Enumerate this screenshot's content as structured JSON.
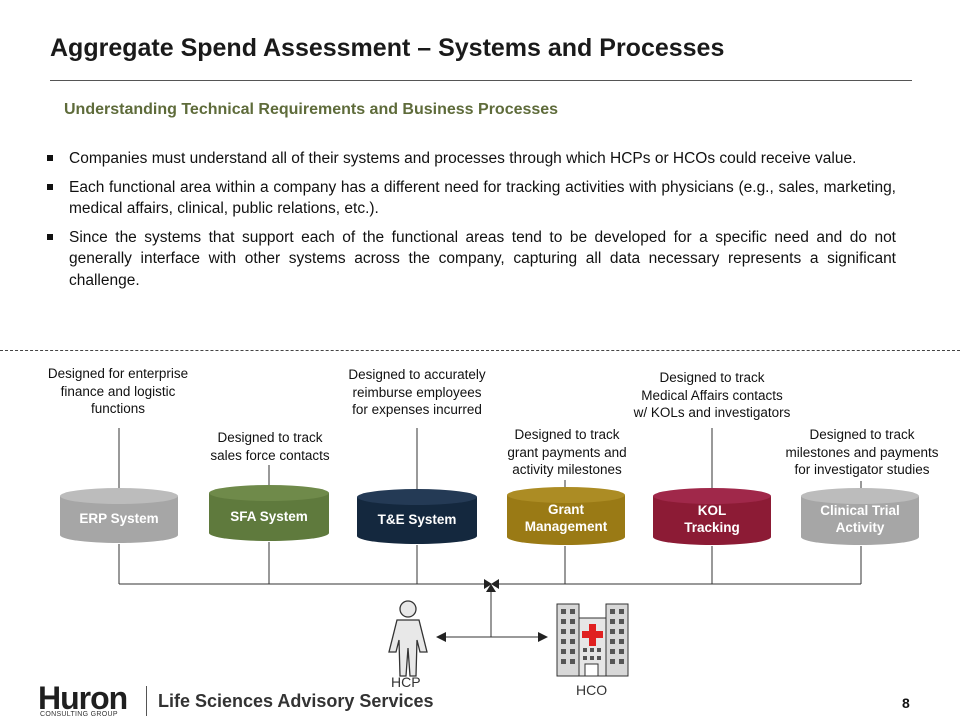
{
  "slide": {
    "title": "Aggregate Spend Assessment – Systems and Processes",
    "subtitle": "Understanding Technical Requirements and Business Processes",
    "bullets": [
      "Companies must understand all of their systems and processes through which HCPs or HCOs could receive value.",
      "Each functional area within a company has a different need for tracking activities with physicians (e.g., sales, marketing, medical affairs, clinical, public relations, etc.).",
      "Since the systems that support each of the functional areas tend to be developed for a specific need and do not generally interface with other systems across the company, capturing all data necessary represents a significant challenge."
    ]
  },
  "systems": [
    {
      "name": "ERP System",
      "description": [
        "Designed for enterprise",
        "finance and logistic",
        "functions"
      ],
      "color": "#a6a6a6"
    },
    {
      "name": "SFA System",
      "description": [
        "Designed to track",
        "sales force contacts"
      ],
      "color": "#5f7a3d"
    },
    {
      "name": "T&E System",
      "description": [
        "Designed to accurately",
        "reimburse employees",
        "for expenses incurred"
      ],
      "color": "#14283e"
    },
    {
      "name": "Grant Management",
      "name_lines": [
        "Grant",
        "Management"
      ],
      "description": [
        "Designed to track",
        "grant payments and",
        "activity milestones"
      ],
      "color": "#9a7a15"
    },
    {
      "name": "KOL Tracking",
      "name_lines": [
        "KOL",
        "Tracking"
      ],
      "description": [
        "Designed to track",
        "Medical Affairs contacts",
        "w/ KOLs and investigators"
      ],
      "color": "#8c1b35"
    },
    {
      "name": "Clinical Trial Activity",
      "name_lines": [
        "Clinical Trial",
        "Activity"
      ],
      "description": [
        "Designed to track",
        "milestones and payments",
        "for investigator studies"
      ],
      "color": "#a6a6a6"
    }
  ],
  "entities": {
    "hcp_label": "HCP",
    "hcp_icon": "person-icon",
    "hco_label": "HCO",
    "hco_icon": "hospital-icon",
    "cross_color": "#e02020"
  },
  "footer": {
    "logo_text": "Huron",
    "logo_subtext": "CONSULTING GROUP",
    "section": "Life Sciences Advisory Services",
    "page_number": "8"
  }
}
